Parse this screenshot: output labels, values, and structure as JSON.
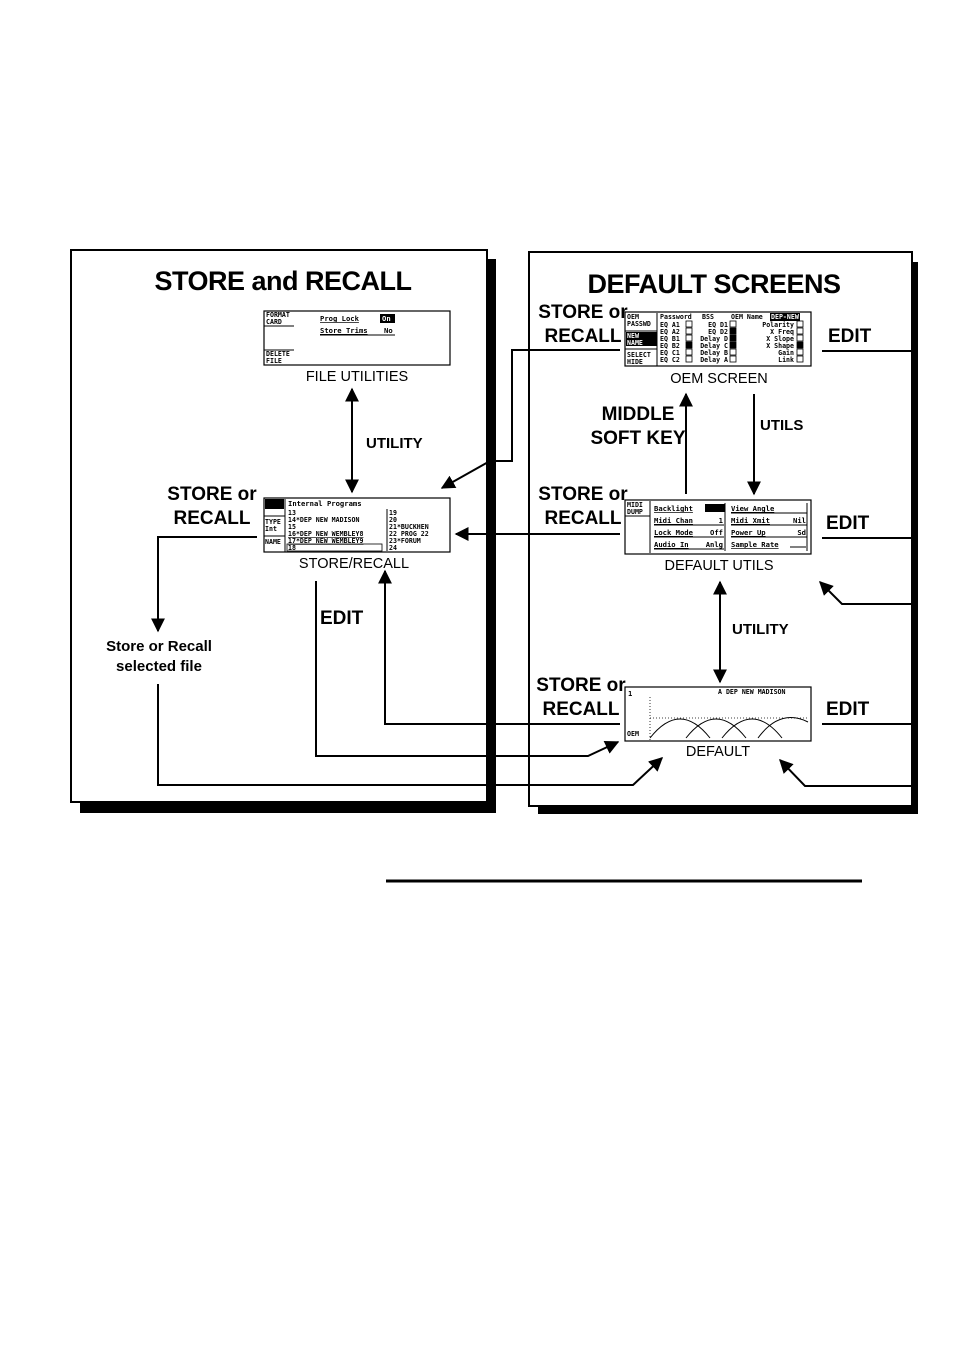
{
  "panels": {
    "store_recall": {
      "title": "STORE and RECALL"
    },
    "default_screens": {
      "title": "DEFAULT SCREENS"
    }
  },
  "screens": {
    "file_utilities": {
      "caption": "FILE UTILITIES",
      "soft_key_top": [
        "FORMAT",
        "CARD"
      ],
      "soft_key_bottom": [
        "DELETE",
        "FILE"
      ],
      "row1_label": "Prog Lock",
      "row1_value": "On",
      "row2_label": "Store Trims",
      "row2_value": "No"
    },
    "store_recall": {
      "caption": "STORE/RECALL",
      "header": "Internal Programs",
      "soft_keys": [
        "TYPE",
        "Int",
        "NAME"
      ],
      "col1": [
        "13",
        "14*DEP NEW  MADISON",
        "15",
        "16*DEP NEW  WEMBLEY8",
        "17*DEP NEW  WEMBLEY9",
        "18"
      ],
      "col2": [
        "19",
        "20",
        "21*BUCKHEN",
        "22 PROG 22",
        "23*FORUM",
        "24"
      ]
    },
    "oem": {
      "caption": "OEM SCREEN",
      "soft_keys": [
        "OEM",
        "PASSWD",
        "NEW",
        "NAME",
        "SELECT",
        "HIDE"
      ],
      "top_row": [
        "Password",
        "BSS",
        "OEM Name",
        "DEP-NEW"
      ],
      "col1": [
        "EQ A1",
        "EQ A2",
        "EQ B1",
        "EQ B2",
        "EQ C1",
        "EQ C2"
      ],
      "col2": [
        "EQ D1",
        "EQ D2",
        "Delay D",
        "Delay C",
        "Delay B",
        "Delay A"
      ],
      "col3": [
        "Polarity",
        "X Freq",
        "X Slope",
        "X Shape",
        "Gain",
        "Link"
      ]
    },
    "default_utils": {
      "caption": "DEFAULT UTILS",
      "soft_keys": [
        "MIDI",
        "DUMP"
      ],
      "left_rows": [
        "Backlight",
        "Midi Chan",
        "Lock Mode",
        "Audio In"
      ],
      "left_values": [
        "",
        "1",
        "Off",
        "Anlg"
      ],
      "right_rows": [
        "View Angle",
        "Midi Xmit",
        "Power Up",
        "Sample Rate"
      ],
      "right_values": [
        "",
        "Nil",
        "Sd",
        ""
      ]
    },
    "default": {
      "caption": "DEFAULT",
      "program_number": "1",
      "header": "A  DEP NEW  MADISON",
      "soft_key": "OEM"
    }
  },
  "labels": {
    "store_or": "STORE or",
    "recall": "RECALL",
    "utility": "UTILITY",
    "edit": "EDIT",
    "middle": "MIDDLE",
    "soft_key": "SOFT KEY",
    "utils": "UTILS",
    "store_recall_file_1": "Store or Recall",
    "store_recall_file_2": "selected file"
  }
}
